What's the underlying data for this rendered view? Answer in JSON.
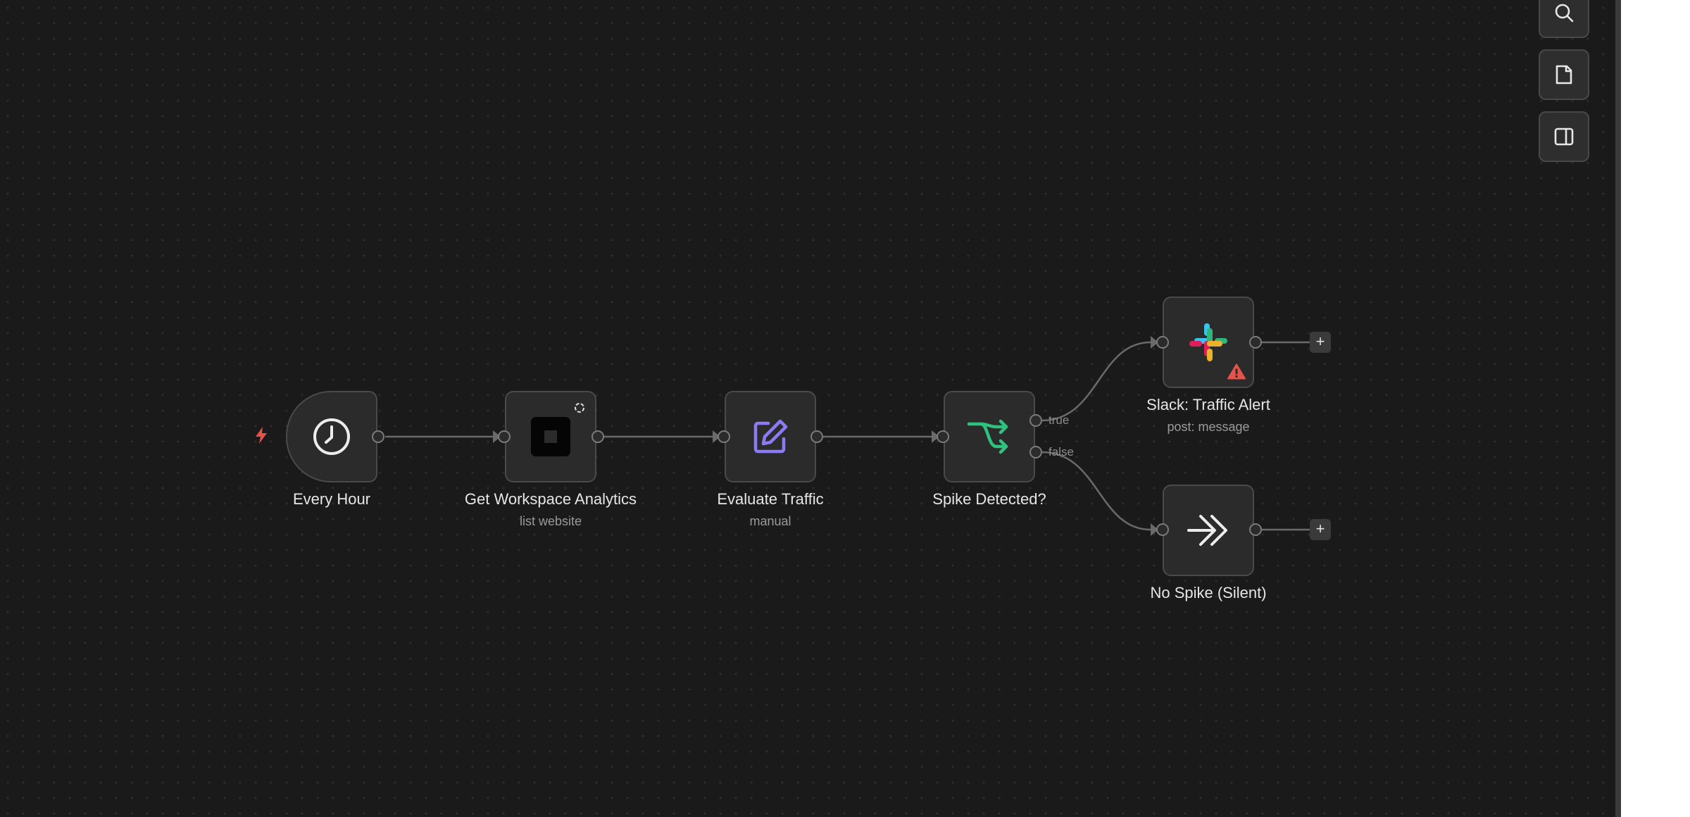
{
  "nodes": {
    "every_hour": {
      "title": "Every Hour",
      "icon": "clock-icon"
    },
    "analytics": {
      "title": "Get Workspace Analytics",
      "subtitle": "list website",
      "icon": "app-square-icon"
    },
    "evaluate": {
      "title": "Evaluate Traffic",
      "subtitle": "manual",
      "icon": "edit-icon",
      "icon_color": "#8b7cf6"
    },
    "spike": {
      "title": "Spike Detected?",
      "icon": "branch-icon",
      "icon_color": "#2ec27e"
    },
    "slack": {
      "title": "Slack: Traffic Alert",
      "subtitle": "post: message",
      "icon": "slack-icon",
      "status": "warning"
    },
    "no_spike": {
      "title": "No Spike (Silent)",
      "icon": "double-chevron-right-icon"
    }
  },
  "branches": {
    "true_label": "true",
    "false_label": "false"
  },
  "add_button_label": "+",
  "toolbar": [
    "search-icon",
    "sticky-note-icon",
    "panel-toggle-icon"
  ],
  "colors": {
    "canvas_bg": "#1a1a1a",
    "trigger_bolt": "#e5534b",
    "warning": "#e5534b",
    "slack_blue": "#36c5f0",
    "slack_green": "#2eb67d",
    "slack_red": "#e01e5a",
    "slack_yellow": "#ecb22e"
  }
}
